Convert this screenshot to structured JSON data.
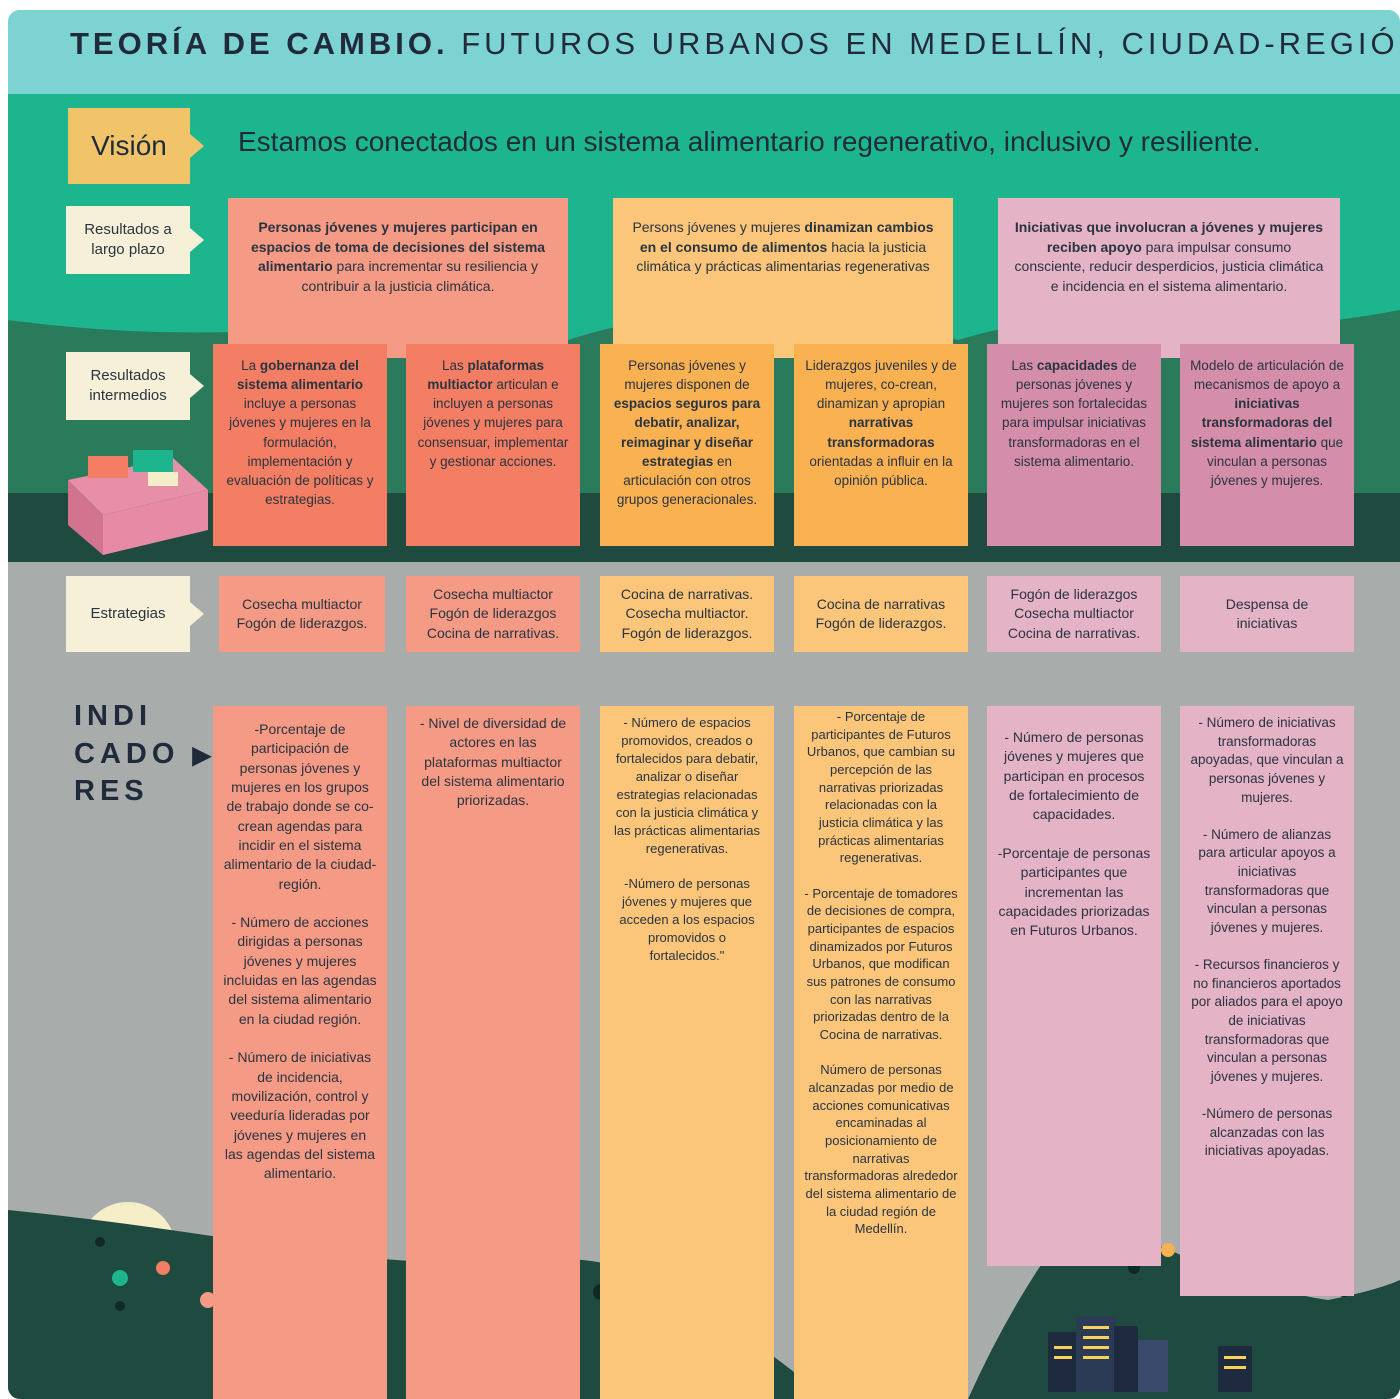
{
  "title": {
    "bold": "TEORÍA DE CAMBIO.",
    "rest": " FUTUROS URBANOS EN MEDELLÍN, CIUDAD-REGIÓN"
  },
  "labels": {
    "vision": "Visión",
    "largo_plazo": "Resultados a largo plazo",
    "intermedios": "Resultados intermedios",
    "estrategias": "Estrategias",
    "indicadores": [
      "INDI",
      "CADO",
      "RES"
    ]
  },
  "vision_text": "Estamos conectados en un sistema alimentario regenerativo, inclusivo y resiliente.",
  "colors": {
    "coral": "#f59a85",
    "coral_dark": "#f47e63",
    "yellow": "#fbc57a",
    "yellow_dark": "#f9b152",
    "pink": "#e5b3c6",
    "pink_dark": "#d48ea9"
  },
  "long_term": [
    {
      "pre": "",
      "bold": "Personas jóvenes y mujeres participan en espacios de toma de decisiones del sistema alimentario",
      "post": " para incrementar su resiliencia y contribuir a la justicia climática."
    },
    {
      "pre": "Persons jóvenes y mujeres ",
      "bold": "dinamizan cambios en el consumo de alimentos",
      "post": " hacia la justicia climática y prácticas alimentarias regenerativas"
    },
    {
      "pre": "",
      "bold": "Iniciativas que involucran a jóvenes y mujeres reciben apoyo",
      "post": " para impulsar consumo consciente, reducir desperdicios, justicia climática e incidencia en el sistema alimentario."
    }
  ],
  "intermediate": [
    {
      "pre": "La ",
      "bold": "gobernanza del sistema alimentario",
      "post": " incluye a personas jóvenes y mujeres en la formulación, implementación y evaluación de políticas y estrategias."
    },
    {
      "pre": "Las ",
      "bold": "plataformas multiactor",
      "post": " articulan e incluyen a personas jóvenes y mujeres para consensuar, implementar y gestionar acciones."
    },
    {
      "pre": "Personas jóvenes y mujeres disponen de ",
      "bold": "espacios seguros para debatir, analizar, reimaginar y diseñar estrategias",
      "post": " en articulación con otros grupos generacionales."
    },
    {
      "pre": "Liderazgos juveniles y de mujeres, co-crean, dinamizan y apropian ",
      "bold": "narrativas transformadoras",
      "post": " orientadas a influir en la opinión pública."
    },
    {
      "pre": "Las ",
      "bold": "capacidades",
      "post": " de personas jóvenes y mujeres son fortalecidas para impulsar iniciativas transformadoras en el sistema alimentario."
    },
    {
      "pre": "Modelo de articulación de mecanismos de apoyo a ",
      "bold": "iniciativas transformadoras del sistema alimentario",
      "post": " que vinculan a personas jóvenes y mujeres."
    }
  ],
  "strategies": [
    "Cosecha multiactor\nFogón de liderazgos.",
    "Cosecha multiactor\nFogón de liderazgos\nCocina de narrativas.",
    "Cocina de narrativas.\nCosecha multiactor.\nFogón de liderazgos.",
    "Cocina de narrativas\nFogón de liderazgos.",
    "Fogón de liderazgos\nCosecha multiactor\nCocina de narrativas.",
    "Despensa de\niniciativas"
  ],
  "indicators": [
    "-Porcentaje de participación de personas jóvenes y mujeres en los grupos de trabajo donde se co-crean agendas para incidir en el sistema alimentario de la ciudad-región.\n\n- Número de acciones dirigidas a personas jóvenes y mujeres incluidas en las agendas del sistema alimentario en la ciudad región.\n\n- Número de iniciativas de incidencia, movilización, control y veeduría lideradas por jóvenes y mujeres en las agendas del sistema alimentario.",
    "- Nivel de diversidad de actores en las plataformas multiactor del sistema alimentario priorizadas.",
    "- Número de espacios promovidos, creados o fortalecidos para debatir, analizar o diseñar estrategias relacionadas con la justicia climática y las prácticas alimentarias regenerativas.\n\n-Número de personas jóvenes y mujeres que acceden a los espacios promovidos o fortalecidos.\"",
    "- Porcentaje de participantes de Futuros Urbanos, que cambian su percepción de las narrativas priorizadas relacionadas con la justicia climática y las prácticas alimentarias regenerativas.\n\n- Porcentaje de tomadores de decisiones de compra, participantes de espacios dinamizados por Futuros Urbanos, que modifican sus patrones de consumo con las narrativas priorizadas dentro de la Cocina de narrativas.\n\nNúmero de personas alcanzadas por medio de acciones comunicativas encaminadas al posicionamiento de narrativas transformadoras alrededor del sistema alimentario de la ciudad región de Medellín.",
    "- Número de personas jóvenes y mujeres que participan en procesos de fortalecimiento de capacidades.\n\n-Porcentaje de personas participantes que incrementan las capacidades priorizadas en Futuros Urbanos.",
    "- Número de iniciativas transformadoras apoyadas, que vinculan a personas jóvenes y mujeres.\n\n- Número de alianzas para articular apoyos a iniciativas transformadoras que vinculan a personas jóvenes y mujeres.\n\n- Recursos financieros y no financieros aportados por aliados para el apoyo de iniciativas transformadoras que vinculan a personas jóvenes y mujeres.\n\n-Número de personas alcanzadas con las iniciativas apoyadas."
  ],
  "icons": [
    "market-stall-icon",
    "sun-icon",
    "tree-icon",
    "city-buildings-icon",
    "arrow-right-icon"
  ]
}
